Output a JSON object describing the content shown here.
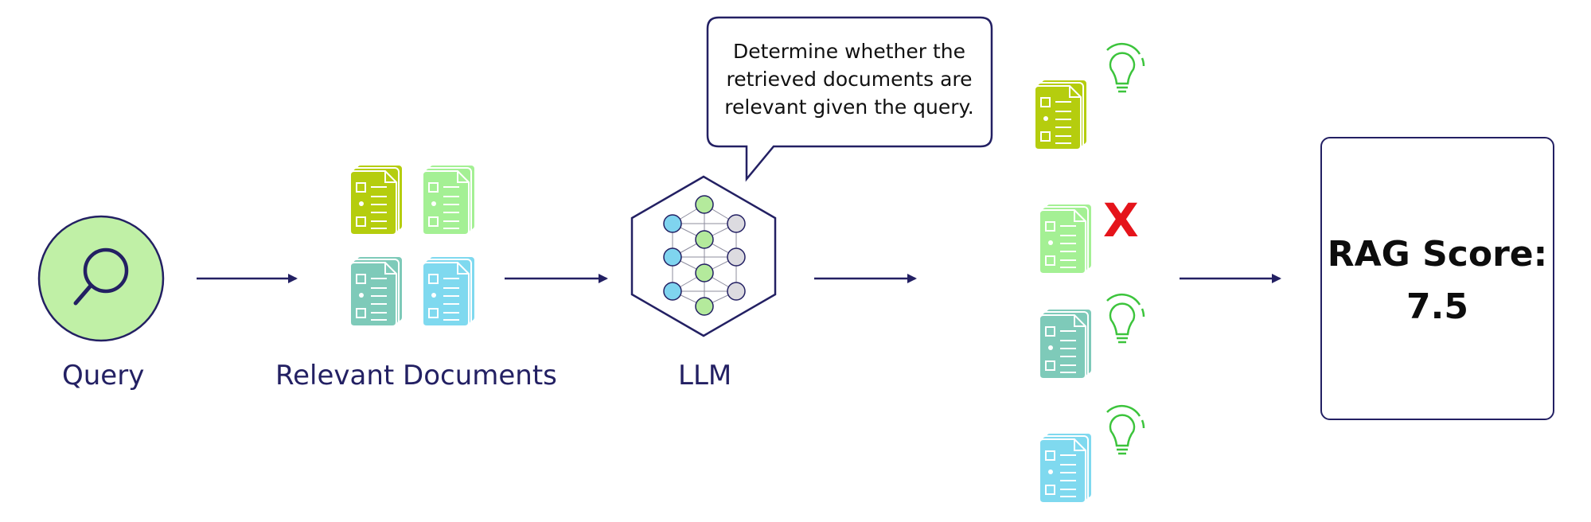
{
  "stages": {
    "query_label": "Query",
    "documents_label": "Relevant Documents",
    "llm_label": "LLM"
  },
  "speech_bubble": {
    "line1": "Determine whether the",
    "line2": "retrieved documents are",
    "line3": "relevant given the query."
  },
  "evaluations": [
    {
      "doc_color": "#b5cd0e",
      "verdict": "relevant",
      "icon": "lightbulb-icon"
    },
    {
      "doc_color": "#a4f094",
      "verdict": "not-relevant",
      "icon": "cross-icon",
      "mark": "X"
    },
    {
      "doc_color": "#7ecab9",
      "verdict": "relevant",
      "icon": "lightbulb-icon"
    },
    {
      "doc_color": "#7fd9ef",
      "verdict": "relevant",
      "icon": "lightbulb-icon"
    }
  ],
  "result": {
    "label": "RAG Score:",
    "value": "7.5"
  },
  "colors": {
    "navy": "#232063",
    "query_fill": "#c0f0a6",
    "doc_lime": "#b5cd0e",
    "doc_mint": "#a4f094",
    "doc_teal": "#7ecab9",
    "doc_sky": "#7fd9ef",
    "bulb_green": "#3cc43c",
    "cross_red": "#e5141b",
    "node_blue": "#7fd4ef",
    "node_green": "#b4ea9c",
    "node_gray": "#dcdbe0"
  }
}
